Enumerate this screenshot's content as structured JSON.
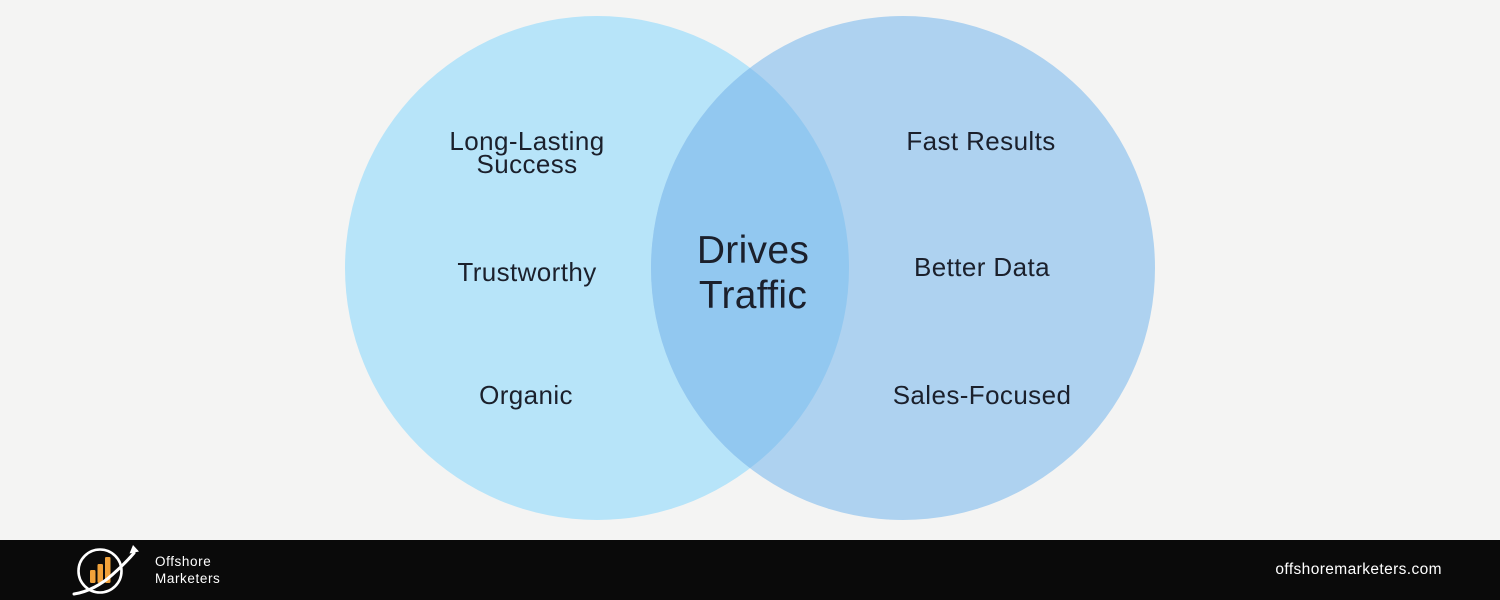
{
  "colors": {
    "background": "#f4f4f3",
    "left_circle": "#b7e4f9",
    "right_circle": "#aed2f0",
    "overlap": "#92c8f0",
    "label_text": "#1b202c",
    "footer_bg": "#0a0a0a",
    "footer_text": "#ffffff",
    "logo_bars": "#f0a13a",
    "logo_stroke": "#ffffff"
  },
  "venn": {
    "left": {
      "items": [
        {
          "label": "Long-Lasting Success"
        },
        {
          "label": "Trustworthy"
        },
        {
          "label": "Organic"
        }
      ]
    },
    "right": {
      "items": [
        {
          "label": "Fast Results"
        },
        {
          "label": "Better Data"
        },
        {
          "label": "Sales-Focused"
        }
      ]
    },
    "overlap": {
      "label": "Drives Traffic"
    }
  },
  "footer": {
    "brand_line1": "Offshore",
    "brand_line2": "Marketers",
    "website": "offshoremarketers.com",
    "logo_icon": "bar-chart-growth-arrow-icon"
  }
}
